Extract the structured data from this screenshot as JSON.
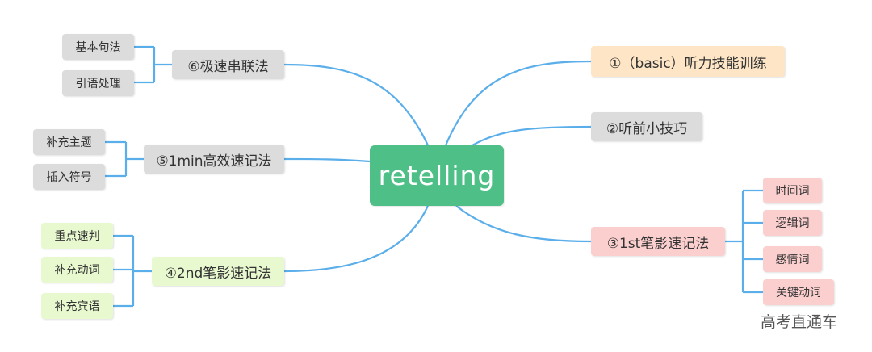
{
  "root": {
    "label": "retelling"
  },
  "branches": {
    "b1": {
      "label": "①（basic）听力技能训练"
    },
    "b2": {
      "label": "②听前小技巧"
    },
    "b3": {
      "label": "③1st笔影速记法",
      "children": [
        "时间词",
        "逻辑词",
        "感情词",
        "关键动词"
      ]
    },
    "b4": {
      "label": "④2nd笔影速记法",
      "children": [
        "重点速判",
        "补充动词",
        "补充宾语"
      ]
    },
    "b5": {
      "label": "⑤1min高效速记法",
      "children": [
        "补充主题",
        "插入符号"
      ]
    },
    "b6": {
      "label": "⑥极速串联法",
      "children": [
        "基本句法",
        "引语处理"
      ]
    }
  },
  "colors": {
    "root": "#4ec087",
    "connector": "#5aaeea",
    "gray": "#dcdcdc",
    "orange": "#fde5c6",
    "pink": "#fccfcf",
    "green": "#e8f9cf"
  },
  "watermark": "高考直通车"
}
